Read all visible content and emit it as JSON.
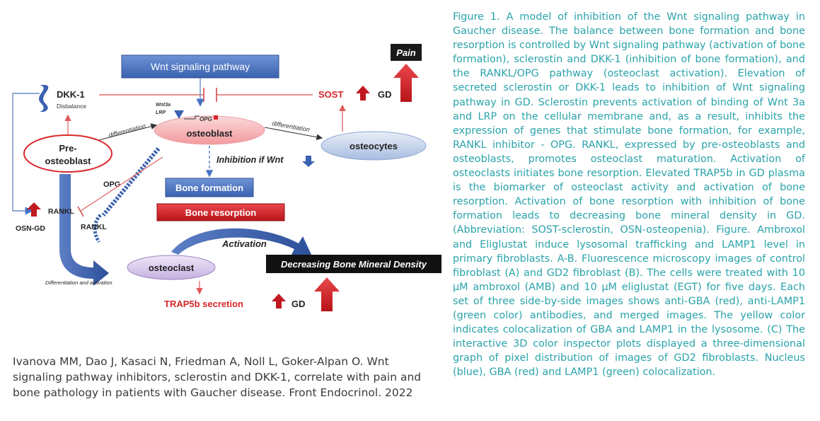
{
  "diagram": {
    "wnt_pathway": "Wnt signaling pathway",
    "pain": "Pain",
    "dkk1": "DKK-1",
    "disbalance": "Disbalance",
    "sost": "SOST",
    "gd": "GD",
    "wnt3a": "Wnt3a",
    "lrp": "LRP",
    "opg_gene": "OPG",
    "osteoblast": "osteoblast",
    "differentiation_left": "differentiation",
    "differentiation_right": "differentiation",
    "osteocytes": "osteocytes",
    "pre_osteoblast_line1": "Pre-",
    "pre_osteoblast_line2": "osteoblast",
    "inhibition_if_wnt": "Inhibition if Wnt",
    "bone_formation": "Bone formation",
    "opg": "OPG",
    "rankl_upper": "RANKL",
    "rankl_lower": "RANKL",
    "osn_gd": "OSN-GD",
    "bone_resorption": "Bone resorption",
    "activation": "Activation",
    "osteoclast": "osteoclast",
    "decreasing_bmd": "Decreasing Bone Mineral Density",
    "diff_activation": "Differentiation and activation",
    "trap5b_secretion": "TRAP5b secretion",
    "gd_bottom": "GD",
    "colors": {
      "blue_box": "#4472c4",
      "red_box": "#d9262b",
      "inhibit_line": "#e06a6a",
      "arrow_red": "#c0191f",
      "oval_pink": "#f4b6b9",
      "oval_blue": "#c5d4ea",
      "oval_lavender": "#d8c9ea"
    }
  },
  "citation": "Ivanova MM, Dao J, Kasaci N, Friedman A, Noll L, Goker-Alpan O. Wnt signaling pathway inhibitors, sclerostin and DKK-1, correlate with pain and bone pathology in patients with Gaucher disease. Front Endocrinol. 2022",
  "caption": "Figure 1. A model of inhibition of the Wnt signaling pathway in Gaucher disease. The balance between bone formation and bone resorption is controlled by Wnt signaling pathway (activation of bone formation), sclerostin and DKK-1 (inhibition of bone formation), and the RANKL/OPG pathway (osteoclast activation). Elevation of secreted sclerostin or DKK-1 leads to inhibition of Wnt signaling pathway in GD. Sclerostin prevents activation of binding of Wnt 3a and LRP on the cellular membrane and, as a result, inhibits the expression of genes that stimulate bone formation, for example, RANKL inhibitor - OPG. RANKL, expressed by pre-osteoblasts and osteoblasts, promotes osteoclast maturation. Activation of osteoclasts initiates bone resorption. Elevated TRAP5b in GD plasma is the biomarker of osteoclast activity and activation of bone resorption. Activation of bone resorption with inhibition of bone formation leads to decreasing bone mineral density in GD. (Abbreviation: SOST-sclerostin, OSN-osteopenia). Figure. Ambroxol and Eliglustat induce lysosomal trafficking and LAMP1 level in primary fibroblasts. A-B. Fluorescence microscopy images of control fibroblast (A) and GD2 fibroblast (B). The cells were treated with 10 µM ambroxol (AMB) and 10 µM eliglustat (EGT) for five days. Each set of three side-by-side images shows anti-GBA (red), anti-LAMP1 (green color) antibodies, and merged images. The yellow color indicates colocalization of GBA and LAMP1 in the lysosome. (C) The interactive 3D color inspector plots displayed a three-dimensional graph of pixel distribution of images of GD2 fibroblasts. Nucleus (blue), GBA (red) and LAMP1 (green) colocalization."
}
